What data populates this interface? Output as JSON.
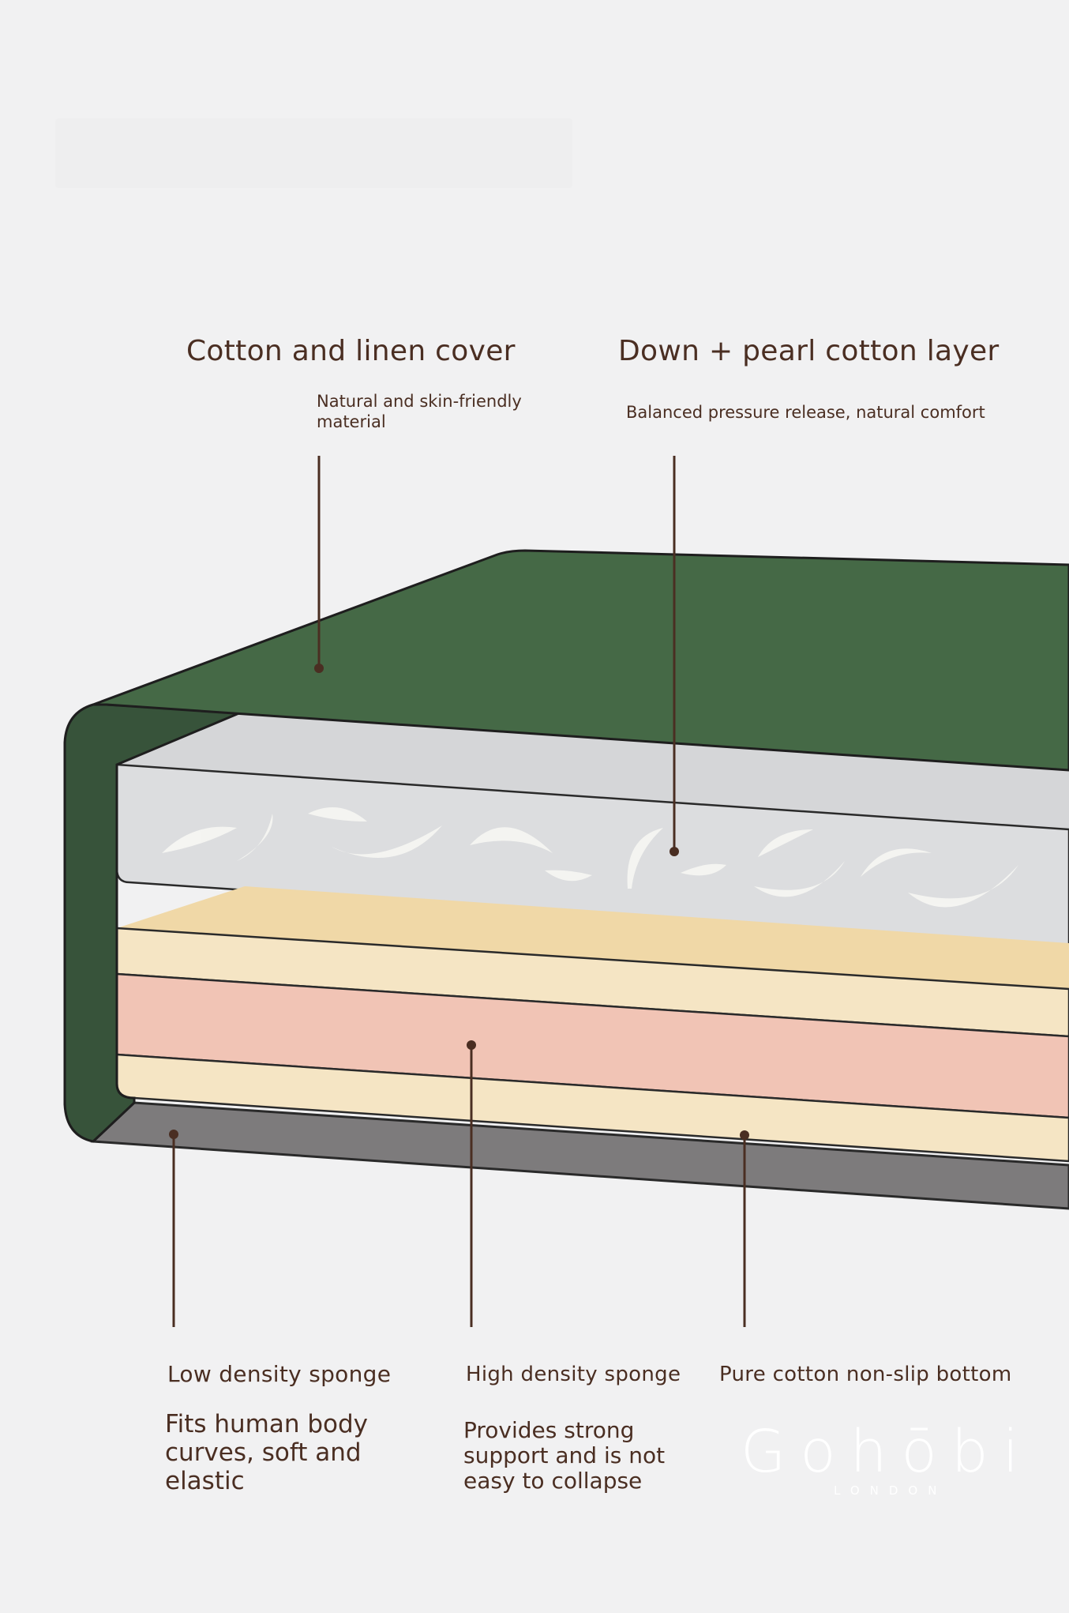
{
  "labels": {
    "cover": {
      "title": "Cotton and linen cover",
      "desc": "Natural and skin-friendly material"
    },
    "down": {
      "title": "Down + pearl cotton layer",
      "desc": "Balanced pressure release, natural comfort"
    },
    "low_density": {
      "title": "Low density sponge",
      "desc": "Fits human body curves, soft and elastic"
    },
    "high_density": {
      "title": "High density sponge",
      "desc": "Provides strong support and is not easy to collapse"
    },
    "bottom": {
      "title": "Pure cotton non-slip bottom"
    }
  },
  "brand": {
    "name": "Gohōbi",
    "location": "LONDON"
  },
  "colors": {
    "cover_green": "#436844",
    "cover_dark": "#37533a",
    "down_layer": "#d8d9db",
    "low_density": "#f5e4c3",
    "high_density": "#f1c4b5",
    "bottom": "#7d7b7c",
    "text": "#4a2e22",
    "leader_line": "#4a2e22"
  }
}
